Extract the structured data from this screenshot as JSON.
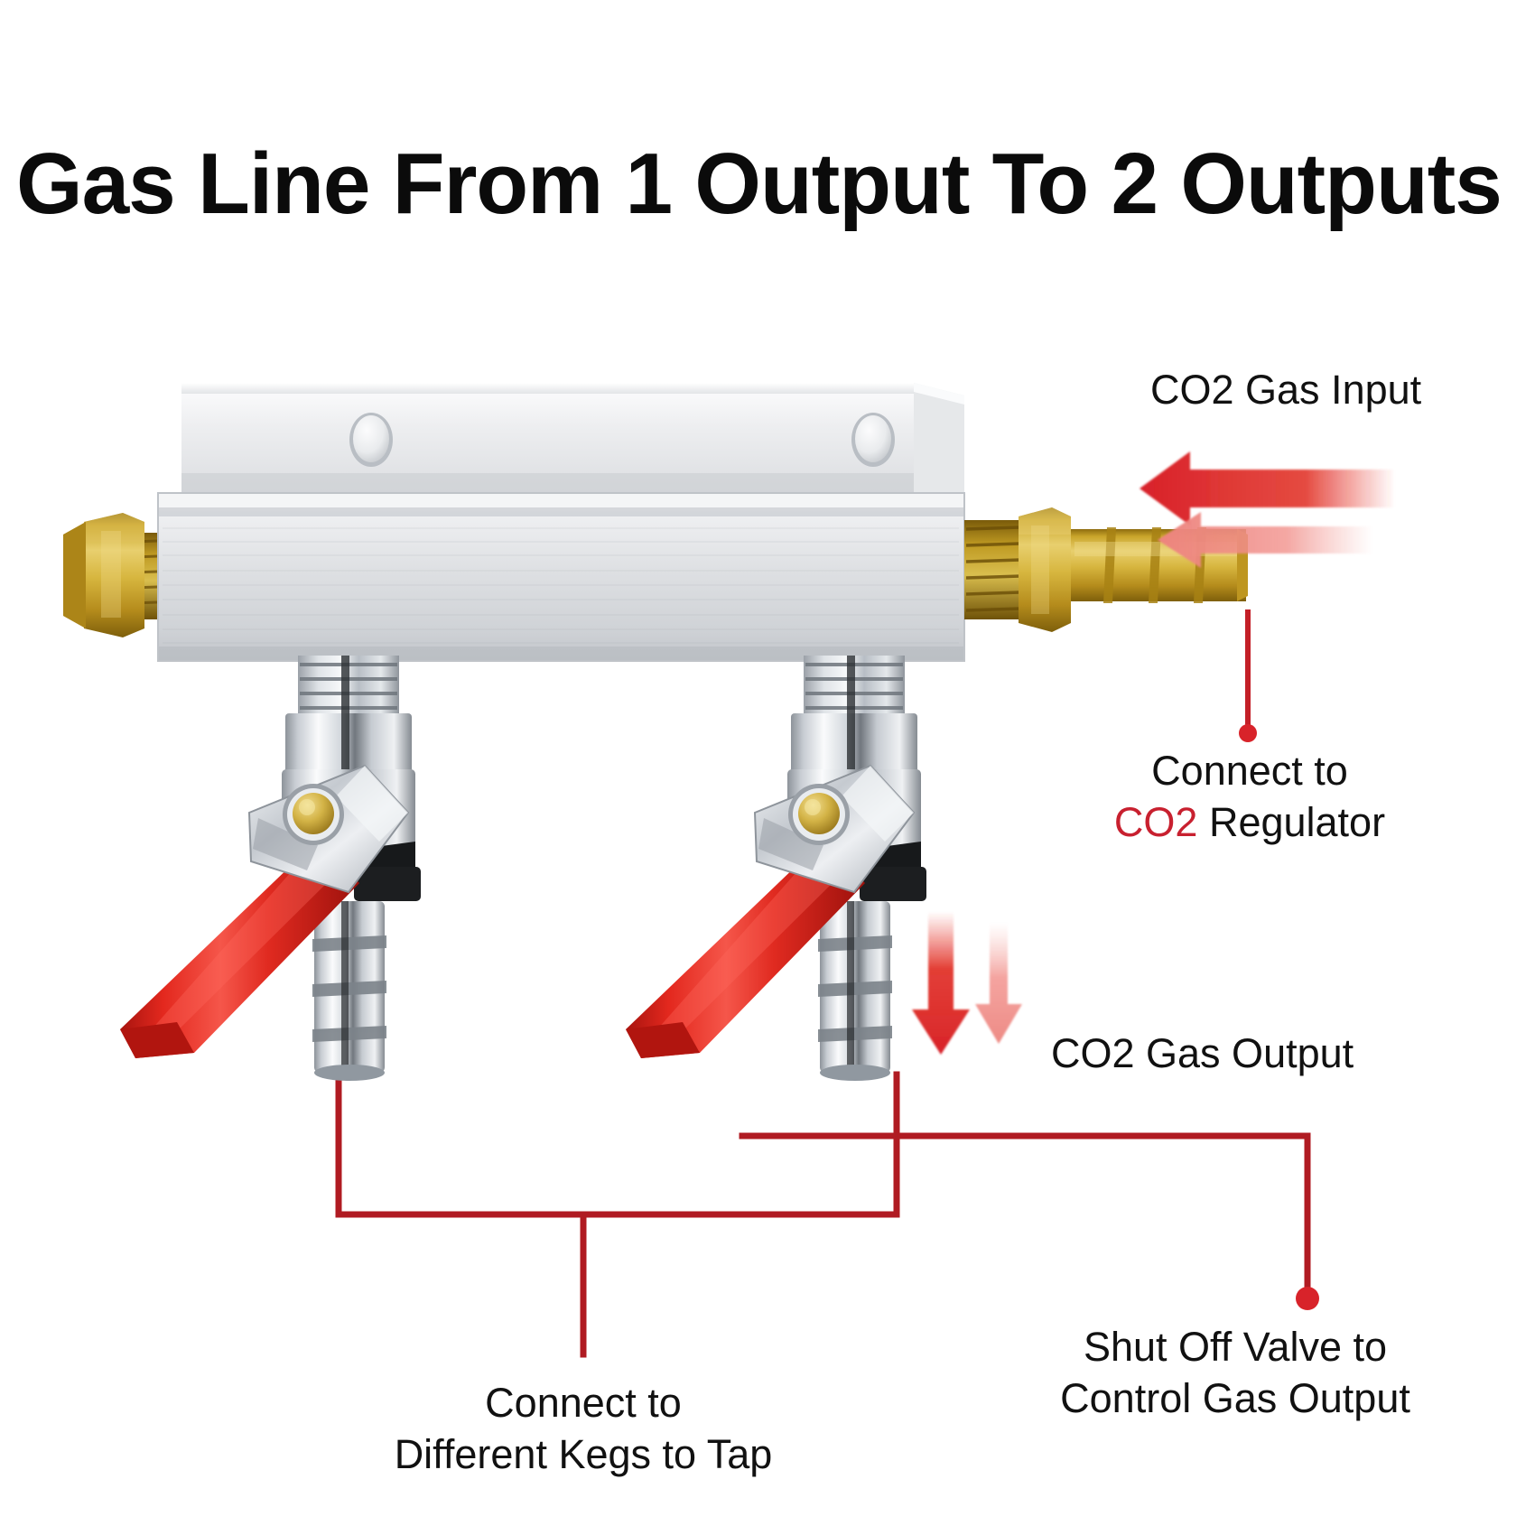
{
  "page": {
    "title": "Gas Line From 1 Output To 2 Outputs",
    "background_color": "#FFFFFF",
    "accent_red": "#D8232A",
    "accent_red_dark": "#A31620",
    "accent_pink": "#F08A86",
    "brass_color": "#C9A227",
    "chrome_color": "#C9CDD2",
    "aluminum_color": "#D6D8DA",
    "handle_red": "#E22C22",
    "text_color": "#111111"
  },
  "annotations": {
    "gas_input": {
      "label": "CO2 Gas Input",
      "arrow_direction": "left",
      "arrow_count": 2
    },
    "regulator": {
      "line1": "Connect to",
      "line2_red": "CO2",
      "line2_black": " Regulator",
      "leader": "vertical-line-with-dot"
    },
    "gas_output": {
      "label": "CO2 Gas Output",
      "arrow_direction": "down",
      "arrow_count": 2
    },
    "shutoff_valve": {
      "line1": "Shut Off Valve to",
      "line2": "Control Gas Output",
      "leader": "elbow-line-with-dot"
    },
    "kegs": {
      "line1": "Connect to",
      "line2": "Different Kegs to Tap",
      "leader": "bracket-line"
    }
  },
  "product": {
    "name": "two-way-co2-gas-distribution-manifold",
    "manifold": {
      "material": "aluminum-bar",
      "mounting_holes": 2
    },
    "inlet_fitting": {
      "name": "brass-hose-barb",
      "material": "brass",
      "side": "right"
    },
    "end_cap": {
      "name": "brass-cap-nut",
      "material": "brass",
      "side": "left"
    },
    "valves": [
      {
        "name": "shut-off-valve-left",
        "handle_color": "#E22C22",
        "body": "chrome"
      },
      {
        "name": "shut-off-valve-right",
        "handle_color": "#E22C22",
        "body": "chrome"
      }
    ],
    "outlets": 2
  }
}
